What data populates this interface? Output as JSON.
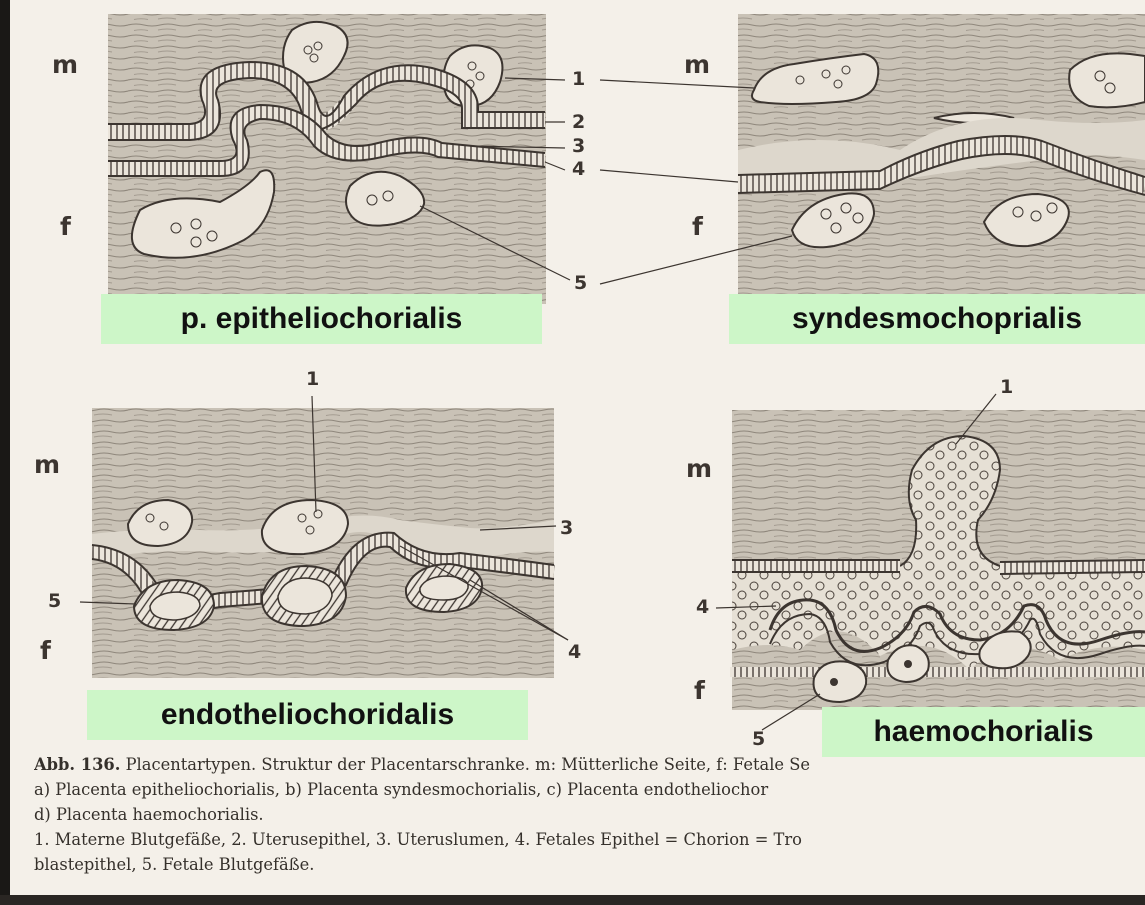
{
  "labels": {
    "a": "p.  epitheliochorialis",
    "b": "syndesmochoprialis",
    "c": "endotheliochoridalis",
    "d": "haemochorialis"
  },
  "side_labels": {
    "maternal": "m",
    "fetal": "f"
  },
  "numbers": {
    "n1": "1",
    "n2": "2",
    "n3": "3",
    "n4": "4",
    "n5": "5"
  },
  "caption": {
    "fig_ref": "Abb. 136.",
    "line1": "Placentartypen. Struktur der Placentarschranke. m: Mütterliche Seite, f: Fetale Se",
    "line2": "a) Placenta epitheliochorialis, b) Placenta syndesmochorialis, c) Placenta endotheliochor",
    "line3": "d) Placenta haemochorialis.",
    "line4": "1. Materne Blutgefäße, 2. Uterusepithel, 3. Uteruslumen, 4. Fetales Epithel = Chorion = Tro",
    "line5": "blastepithel, 5. Fetale Blutgefäße."
  },
  "colors": {
    "background": "#f4f0e9",
    "tissue": "#c9c2b6",
    "ink": "#3c3530",
    "label_fill": "#cdf6c8"
  }
}
